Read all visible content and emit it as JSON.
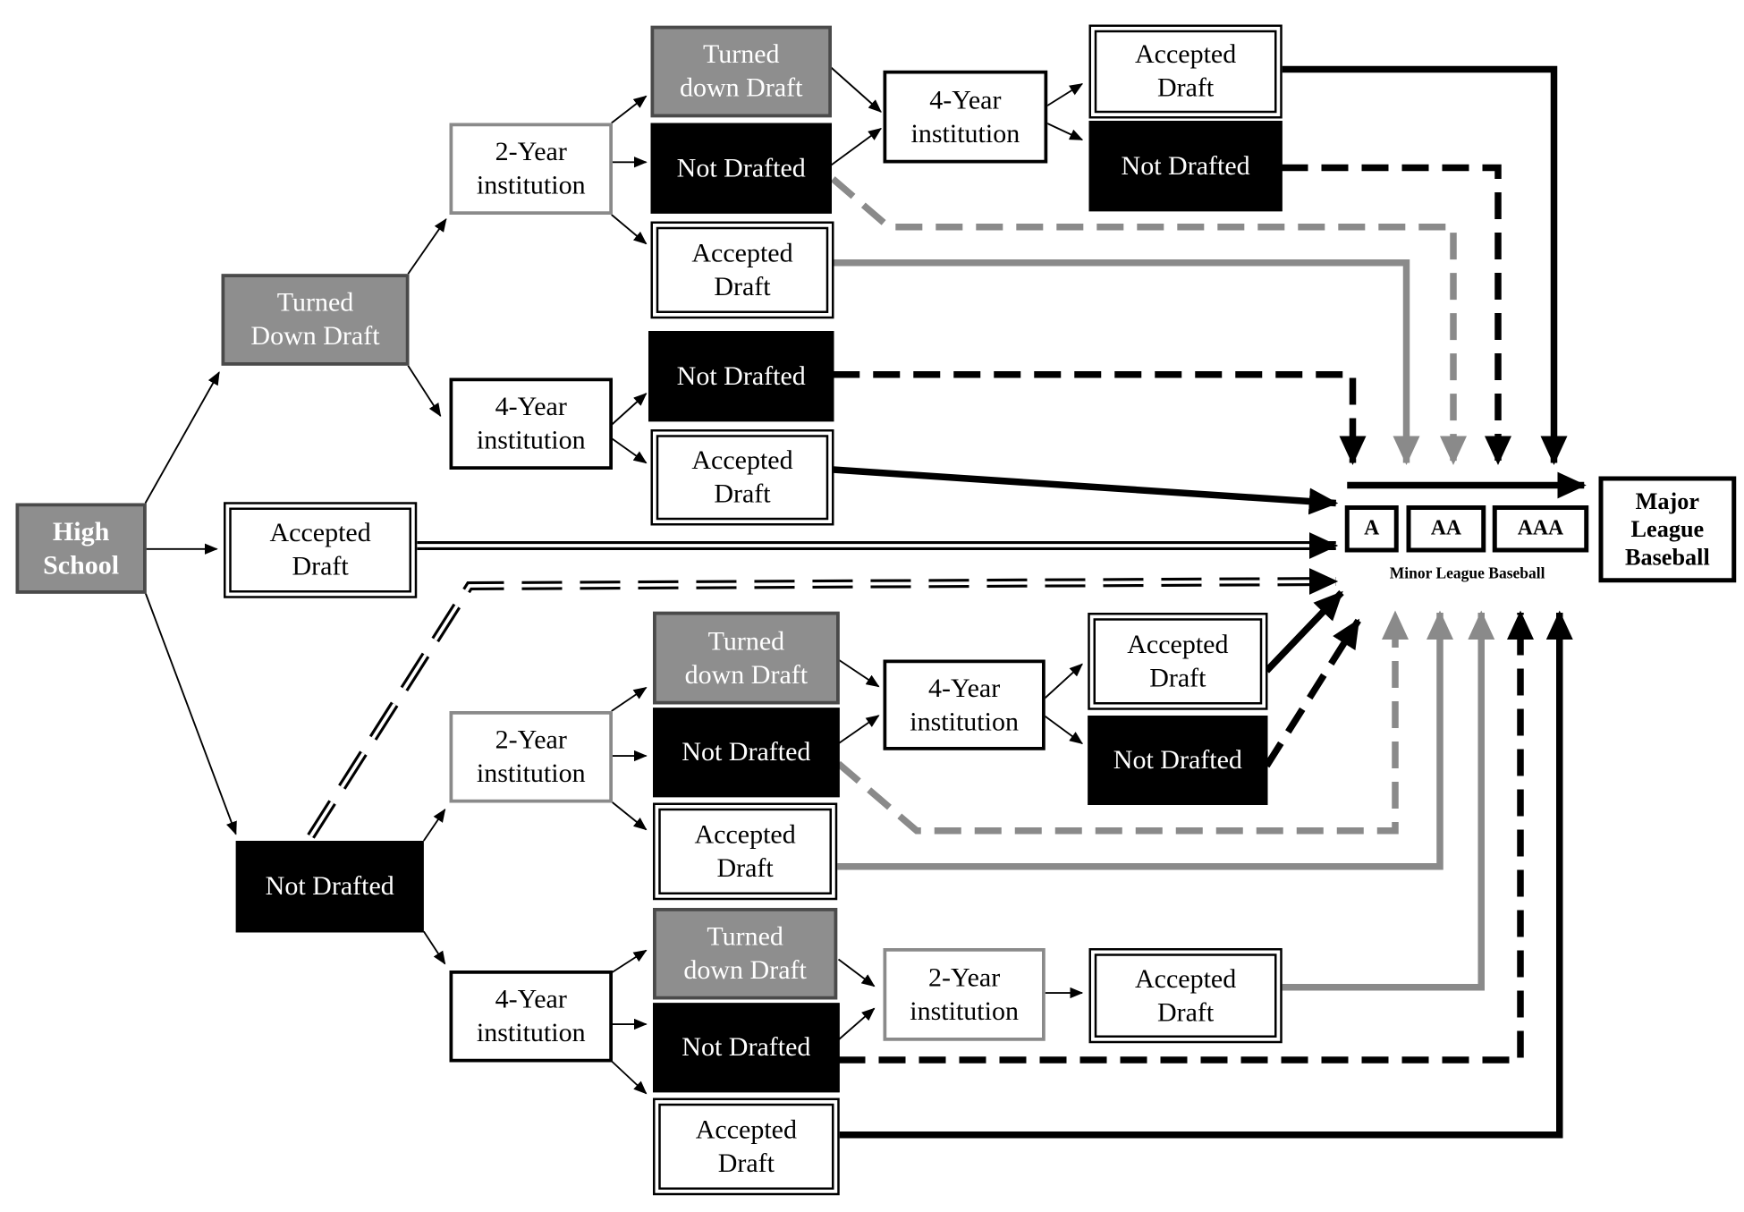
{
  "nodes": {
    "high_school": {
      "label": "High\nSchool"
    },
    "l1_turned_down": {
      "label": "Turned\nDown Draft"
    },
    "l1_accepted": {
      "label": "Accepted\nDraft"
    },
    "l1_not_drafted": {
      "label": "Not Drafted"
    },
    "t_2year": {
      "label": "2-Year\ninstitution"
    },
    "t_4year": {
      "label": "4-Year\ninstitution"
    },
    "t2_turned_down": {
      "label": "Turned\ndown Draft"
    },
    "t2_not_drafted": {
      "label": "Not Drafted"
    },
    "t2_accepted": {
      "label": "Accepted\nDraft"
    },
    "t4_not_drafted": {
      "label": "Not Drafted"
    },
    "t4_accepted": {
      "label": "Accepted\nDraft"
    },
    "t2_transfer_4year": {
      "label": "4-Year\ninstitution"
    },
    "t2_transfer_accepted": {
      "label": "Accepted\nDraft"
    },
    "t2_transfer_not_drafted": {
      "label": "Not Drafted"
    },
    "b_2year": {
      "label": "2-Year\ninstitution"
    },
    "b_4year": {
      "label": "4-Year\ninstitution"
    },
    "b2_turned_down": {
      "label": "Turned\ndown Draft"
    },
    "b2_not_drafted": {
      "label": "Not Drafted"
    },
    "b2_accepted": {
      "label": "Accepted\nDraft"
    },
    "b2_transfer_4year": {
      "label": "4-Year\ninstitution"
    },
    "b2_transfer_accepted": {
      "label": "Accepted\nDraft"
    },
    "b2_transfer_not_drafted": {
      "label": "Not Drafted"
    },
    "b4_turned_down": {
      "label": "Turned\ndown Draft"
    },
    "b4_not_drafted": {
      "label": "Not Drafted"
    },
    "b4_accepted": {
      "label": "Accepted\nDraft"
    },
    "b4_transfer_2year": {
      "label": "2-Year\ninstitution"
    },
    "b4_transfer_accepted": {
      "label": "Accepted\nDraft"
    },
    "milb_a": {
      "label": "A"
    },
    "milb_aa": {
      "label": "AA"
    },
    "milb_aaa": {
      "label": "AAA"
    },
    "mlb": {
      "label": "Major\nLeague\nBaseball"
    }
  },
  "minor_league_label": "Minor League Baseball",
  "colors": {
    "gray_box": "#8e8e8e",
    "black_box": "#000000",
    "gray_path": "#8a8a8a",
    "black_path": "#000000"
  }
}
